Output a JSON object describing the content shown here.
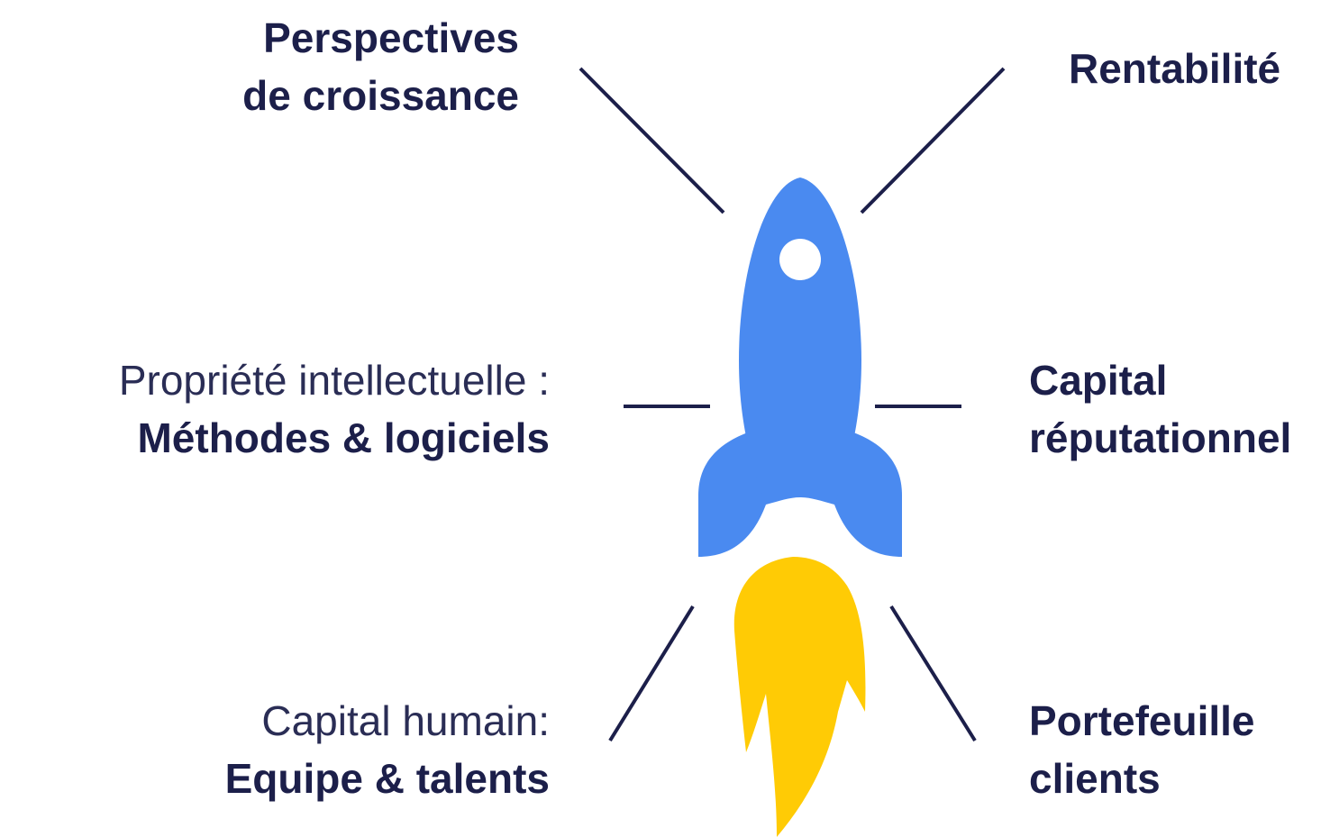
{
  "colors": {
    "text": "#1c1f4a",
    "connector": "#1c1f4a",
    "rocket_body": "#4a8af0",
    "flame": "#ffcb05",
    "window": "#ffffff"
  },
  "icons": {
    "rocket": "rocket-icon",
    "flame": "flame-icon"
  },
  "labels": {
    "growth": {
      "line1": "Perspectives",
      "line2": "de croissance"
    },
    "profitability": {
      "line1": "Rentabilité"
    },
    "ip": {
      "line1": "Propriété intellectuelle :",
      "line2": "Méthodes & logiciels"
    },
    "reputation": {
      "line1": "Capital",
      "line2": "réputationnel"
    },
    "human": {
      "line1": "Capital humain:",
      "line2": "Equipe & talents"
    },
    "clients": {
      "line1": "Portefeuille",
      "line2": "clients"
    }
  }
}
